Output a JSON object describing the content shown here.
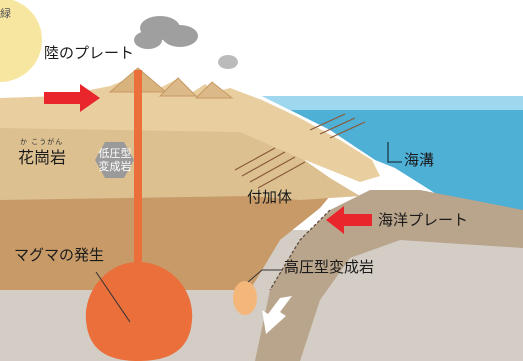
{
  "labels": {
    "continental_plate": "陸のプレート",
    "granite": "花崗岩",
    "granite_reading": "か こうがん",
    "low_pressure_rock_line1": "低圧型",
    "low_pressure_rock_line2": "変成岩",
    "trench": "海溝",
    "accretionary_prism": "付加体",
    "oceanic_plate": "海洋プレート",
    "high_pressure_rock": "高圧型変成岩",
    "magma": "マグマの発生",
    "corner_partial": "緑"
  },
  "colors": {
    "sun": "#f7e6a0",
    "sky": "#ffffff",
    "upper_crust": "#e9cfa0",
    "middle_crust": "#dcc090",
    "lower_crust": "#c79a68",
    "mantle": "#d3cdc5",
    "ocean": "#4fb0d6",
    "ocean_top": "#9fd8ee",
    "oceanic_slab": "#b9a48c",
    "magma": "#ea6f3a",
    "high_pressure_rock": "#f5b779",
    "arrow_red": "#e8262b",
    "arrow_white": "#ffffff",
    "hexagon": "#9a9a9a"
  },
  "icons": [
    "red-arrow-right-icon",
    "red-arrow-left-icon",
    "white-arrow-down-icon",
    "volcano-icon",
    "cloud-icon",
    "hexagon-badge-icon"
  ]
}
